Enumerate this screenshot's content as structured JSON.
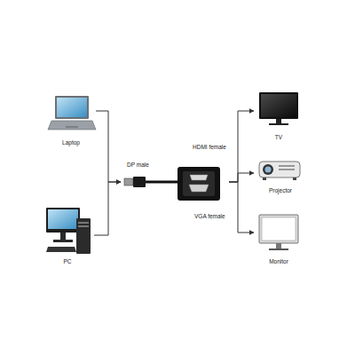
{
  "diagram": {
    "nodes": [
      {
        "text": [
          "Laptop"
        ]
      },
      {
        "text": [
          "PC"
        ]
      },
      {
        "text": [
          "DP male",
          "HDMI female",
          "VGA female"
        ]
      },
      {
        "text": [
          "TV"
        ]
      },
      {
        "text": [
          "Projector"
        ]
      },
      {
        "text": [
          "Monitor"
        ]
      }
    ],
    "edges": [
      {
        "from": 0,
        "to": 2,
        "arrow": "to"
      },
      {
        "from": 1,
        "to": 2,
        "arrow": "to"
      },
      {
        "from": 2,
        "to": 3,
        "arrow": "to"
      },
      {
        "from": 2,
        "to": 4,
        "arrow": "to"
      },
      {
        "from": 2,
        "to": 5,
        "arrow": "to"
      }
    ]
  }
}
